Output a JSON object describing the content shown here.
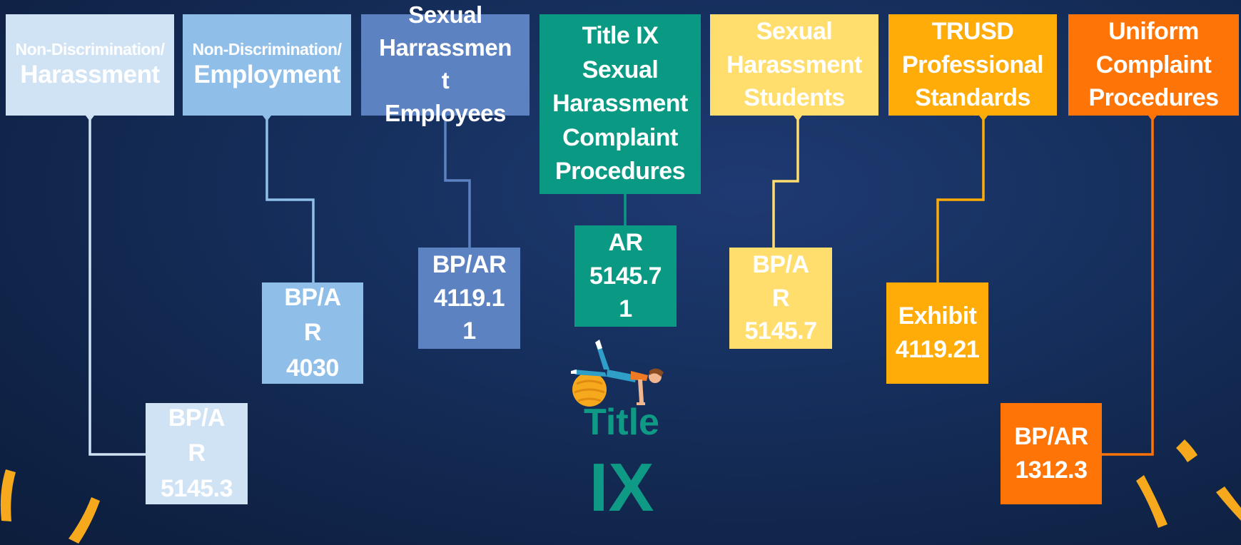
{
  "colors": {
    "col1": "#cfe3f5",
    "col2": "#8fbfe9",
    "col3": "#5c82c2",
    "col4": "#0a9a84",
    "col5": "#ffde6e",
    "col6": "#ffab08",
    "col7": "#ff7406",
    "accent_arc": "#f6a91d"
  },
  "topics": [
    {
      "id": "t1",
      "label_small": "Non-Discrimination/",
      "label_big": "Harassment",
      "policy": "BP/A\nR\n5145.3"
    },
    {
      "id": "t2",
      "label_small": "Non-Discrimination/",
      "label_big": "Employment",
      "policy": "BP/A\nR\n4030"
    },
    {
      "id": "t3",
      "label": "Sexual\nHarrassmen\nt\nEmployees",
      "policy": "BP/AR\n4119.1\n1"
    },
    {
      "id": "t4",
      "label": "Title IX\nSexual\nHarassment\nComplaint\nProcedures",
      "policy": "AR\n5145.7\n1"
    },
    {
      "id": "t5",
      "label": "Sexual\nHarassment\nStudents",
      "policy": "BP/A\nR\n5145.7"
    },
    {
      "id": "t6",
      "label": "TRUSD\nProfessional\nStandards",
      "policy": "Exhibit\n4119.21"
    },
    {
      "id": "t7",
      "label": "Uniform\nComplaint\nProcedures",
      "policy": "BP/AR\n1312.3"
    }
  ],
  "logo": {
    "word1": "Title",
    "word2": "IX",
    "icon": "yoga-ball-person-icon"
  }
}
